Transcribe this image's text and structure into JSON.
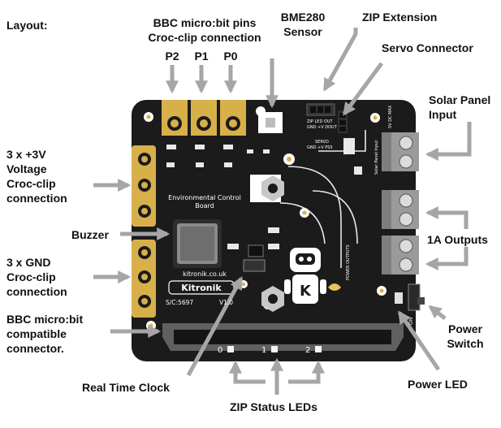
{
  "layout_label": "Layout:",
  "labels": {
    "pins_title": [
      "BBC micro:bit pins",
      "Croc-clip connection"
    ],
    "p2": "P2",
    "p1": "P1",
    "p0": "P0",
    "bme280": [
      "BME280",
      "Sensor"
    ],
    "zip_ext": "ZIP Extension",
    "servo": "Servo Connector",
    "solar": [
      "Solar Panel",
      "Input"
    ],
    "v3": [
      "3 x +3V",
      "Voltage",
      "Croc-clip",
      "connection"
    ],
    "buzzer": "Buzzer",
    "gnd": [
      "3 x GND",
      "Croc-clip",
      "connection"
    ],
    "outputs": "1A Outputs",
    "edge": [
      "BBC micro:bit",
      "compatible",
      "connector."
    ],
    "power_switch": [
      "Power",
      "Switch"
    ],
    "rtc": "Real Time Clock",
    "power_led": "Power LED",
    "zip_leds": "ZIP Status LEDs"
  },
  "board": {
    "title_lines": [
      "Environmental Control",
      "Board"
    ],
    "url": "kitronik.co.uk",
    "brand": "Kitronik",
    "serial": "S/C:5697",
    "version": "V1.0",
    "led_numbers": [
      "0",
      "1",
      "2"
    ],
    "zip_header": "ZIP LED OUT",
    "zip_sub": "GND +V DOUT",
    "servo_lbl": "SERVO",
    "servo_sub": "GND +V PS5",
    "solar_lbl": "Solar Panel Input",
    "dc_lbl": "5V DC MAX",
    "power_lbl": "POWER OUTPUTS",
    "on_lbl": "ON"
  },
  "colors": {
    "board": "#1b1b1b",
    "gold": "#d7b04a",
    "terminal": "#9a9a9a",
    "arrow": "#a6a6a6",
    "buzzer": "#777777"
  }
}
